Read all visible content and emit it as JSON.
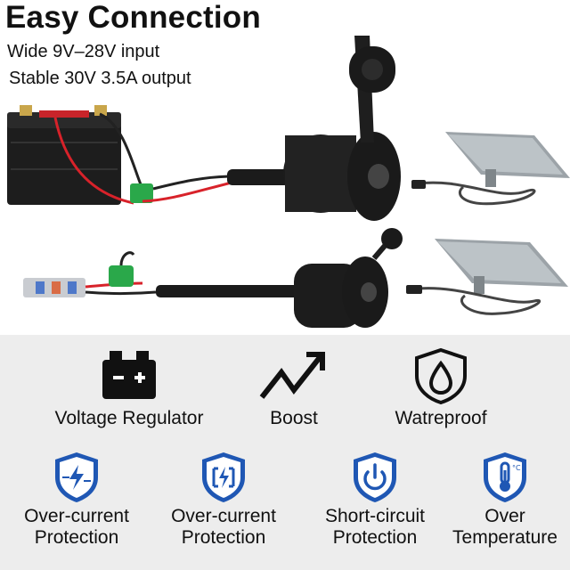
{
  "header": {
    "title": "Easy Connection",
    "line1": "Wide 9V–28V input",
    "line2": "Stable 30V 3.5A output"
  },
  "features_top": [
    {
      "label": "Voltage Regulator",
      "icon": "battery-icon"
    },
    {
      "label": "Boost",
      "icon": "boost-arrow-icon"
    },
    {
      "label": "Watreproof",
      "icon": "water-drop-shield-icon"
    }
  ],
  "features_bottom": [
    {
      "line1": "Over-current",
      "line2": "Protection",
      "icon": "lightning-shield-icon"
    },
    {
      "line1": "Over-current",
      "line2": "Protection",
      "icon": "current-shield-icon"
    },
    {
      "line1": "Short-circuit",
      "line2": "Protection",
      "icon": "power-shield-icon"
    },
    {
      "line1": "Over",
      "line2": "Temperature",
      "icon": "thermometer-shield-icon"
    }
  ],
  "colors": {
    "shield_blue": "#1f57b4",
    "panel_bg": "#ededed",
    "wire_red": "#d8222a",
    "fuse_green": "#2aa84a"
  },
  "thermometer_unit": "°C"
}
